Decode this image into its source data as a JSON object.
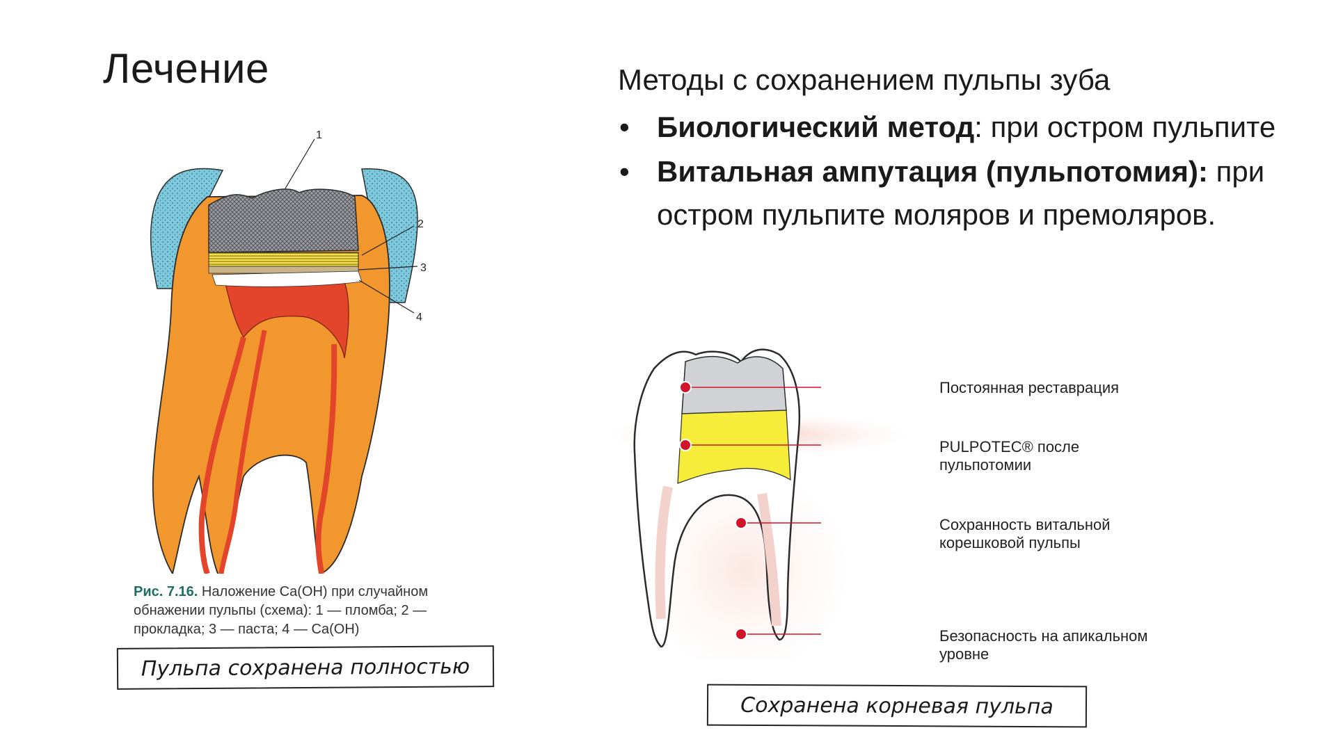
{
  "slide": {
    "title": "Лечение",
    "methods_heading": "Методы с сохранением пульпы зуба",
    "bullets": [
      {
        "marker": "•",
        "bold": "Биологический метод",
        "rest": ": при остром пульпите"
      },
      {
        "marker": "•",
        "bold": "Витальная ампутация (пульпотомия):",
        "rest": " при остром пульпите моляров и премоляров."
      }
    ]
  },
  "figure1": {
    "callouts": [
      "1",
      "2",
      "3",
      "4"
    ],
    "caption_label": "Рис. 7.16.",
    "caption_text": " Наложение Ca(OH) при случайном обнажении пульпы (схема): 1 — пломба; 2 — прокладка; 3 — паста; 4 — Ca(OH)",
    "box_text": "Пульпа сохранена полностью"
  },
  "figure2": {
    "labels": [
      "Постоянная реставрация",
      "PULPOTEC® после пульпотомии",
      "Сохранность витальной корешковой пульпы",
      "Безопасность на апикальном уровне"
    ],
    "box_text": "Сохранена корневая пульпа"
  },
  "colors": {
    "enamel": "#7ec8dc",
    "dentin": "#f2962e",
    "pulp": "#e3452a",
    "filling": "#8e9196",
    "liner": "#f4e04a",
    "restoration": "#d0d2d6",
    "pulpotec": "#f6ec3a",
    "marker": "#d0142c"
  }
}
